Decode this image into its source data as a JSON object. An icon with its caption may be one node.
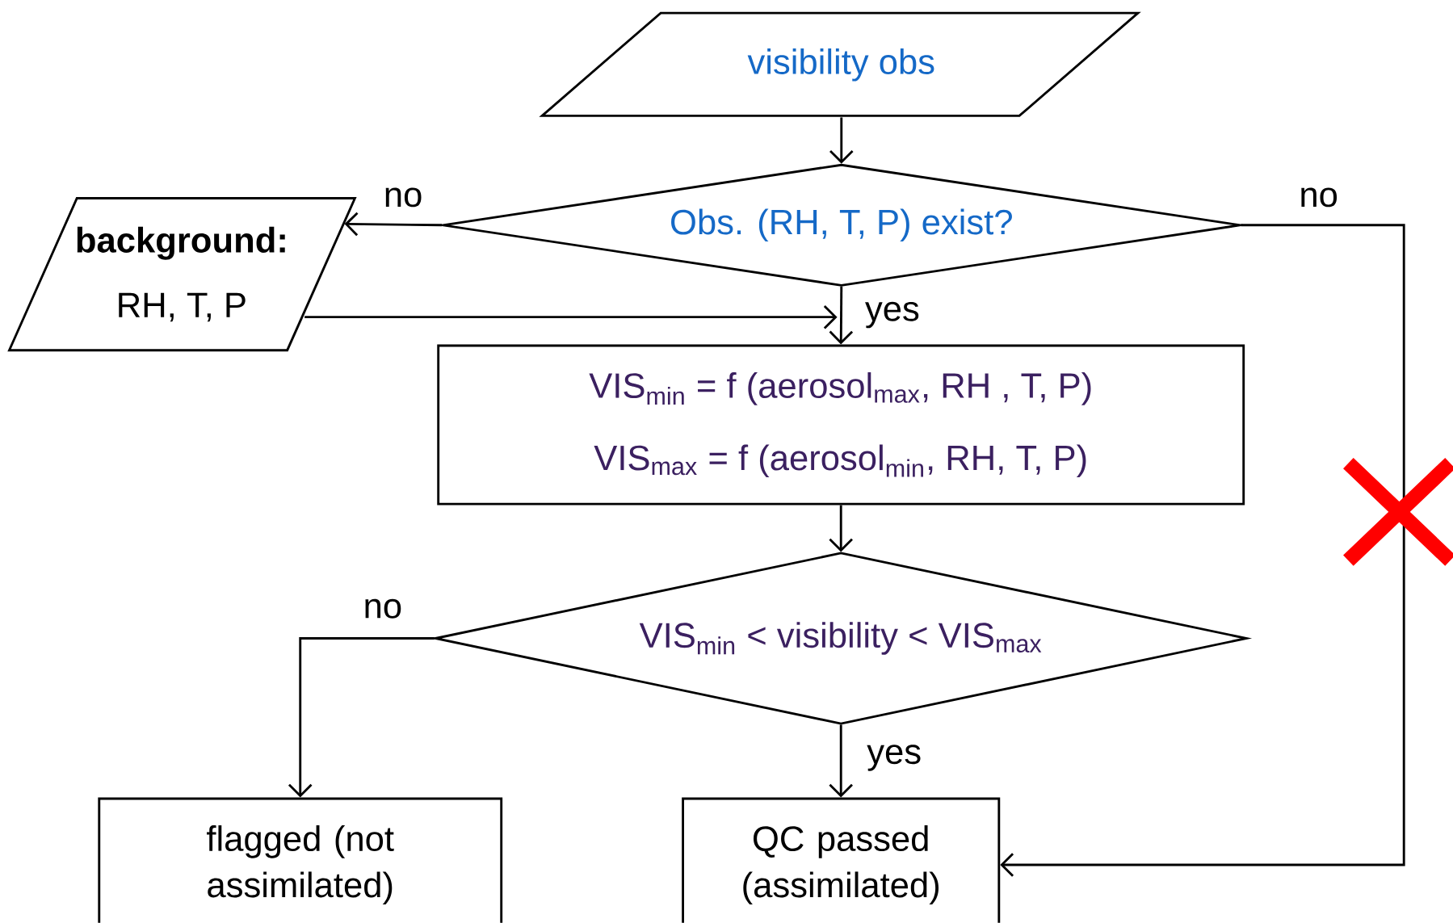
{
  "diagram": {
    "nodes": [
      {
        "text": [
          "visibility obs"
        ]
      },
      {
        "text": [
          "Obs. (RH, T, P) exist?"
        ]
      },
      {
        "text": [
          "background:",
          "RH, T, P"
        ]
      },
      {
        "text": [
          "VIS$_{min}$ = f (aerosol$_{max}$, RH , T, P)",
          "VIS$_{max}$ = f (aerosol$_{min}$, RH, T, P)"
        ]
      },
      {
        "text": [
          "VIS$_{min}$ < visibility < VIS$_{max}$"
        ]
      },
      {
        "text": [
          "flagged (not assimilated)"
        ]
      },
      {
        "text": [
          "QC passed (assimilated)"
        ]
      }
    ],
    "edges": [
      {
        "from": 0,
        "to": 1,
        "arrow": "to"
      },
      {
        "from": 1,
        "to": 2,
        "arrow": "to",
        "label": "no"
      },
      {
        "from": 1,
        "to": 6,
        "arrow": "to",
        "label": "no"
      },
      {
        "from": 2,
        "to": 3,
        "arrow": "to"
      },
      {
        "from": 1,
        "to": 3,
        "arrow": "to",
        "label": "yes"
      },
      {
        "from": 3,
        "to": 4,
        "arrow": "to"
      },
      {
        "from": 4,
        "to": 5,
        "arrow": "to",
        "label": "no"
      },
      {
        "from": 4,
        "to": 6,
        "arrow": "to",
        "label": "yes"
      }
    ]
  }
}
